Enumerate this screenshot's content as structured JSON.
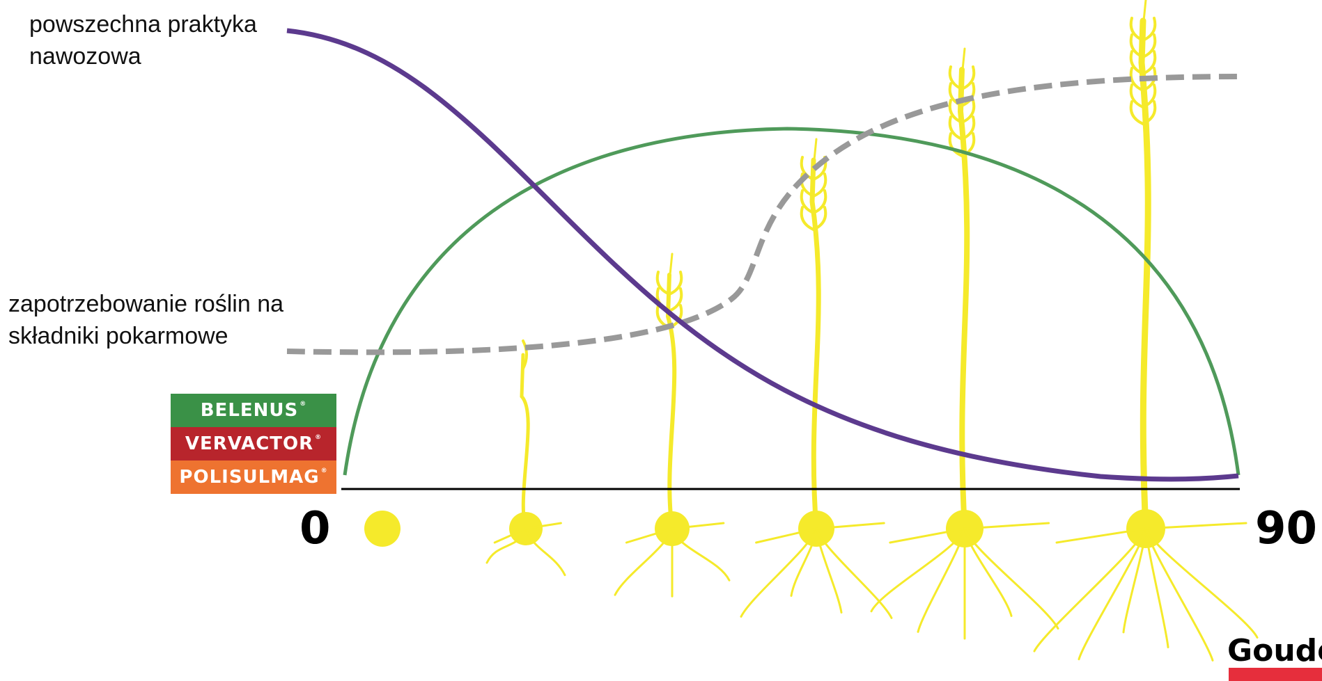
{
  "labels": {
    "fertilization_practice": "powszechna praktyka nawozowa",
    "plant_nutrient_demand": "zapotrzebowanie roślin na składniki pokarmowe"
  },
  "axis": {
    "start": "0",
    "end": "90"
  },
  "brands": [
    {
      "name": "BELENUS",
      "mark": "®",
      "color": "#3a9147"
    },
    {
      "name": "VERVACTOR",
      "mark": "®",
      "color": "#b8252c"
    },
    {
      "name": "POLISULMAG",
      "mark": "®",
      "color": "#ee7330"
    }
  ],
  "corner_logo": {
    "text": "Goude",
    "bar_color": "#e62e3c"
  },
  "colors": {
    "practice_curve": "#5c3a8e",
    "demand_curve": "#999999",
    "brand_arc": "#4f9a5a",
    "plant": "#f5ea2b",
    "axis_line": "#000000"
  },
  "icons": [
    "seed-icon",
    "seedling-icon",
    "wheat-plant-icon"
  ]
}
